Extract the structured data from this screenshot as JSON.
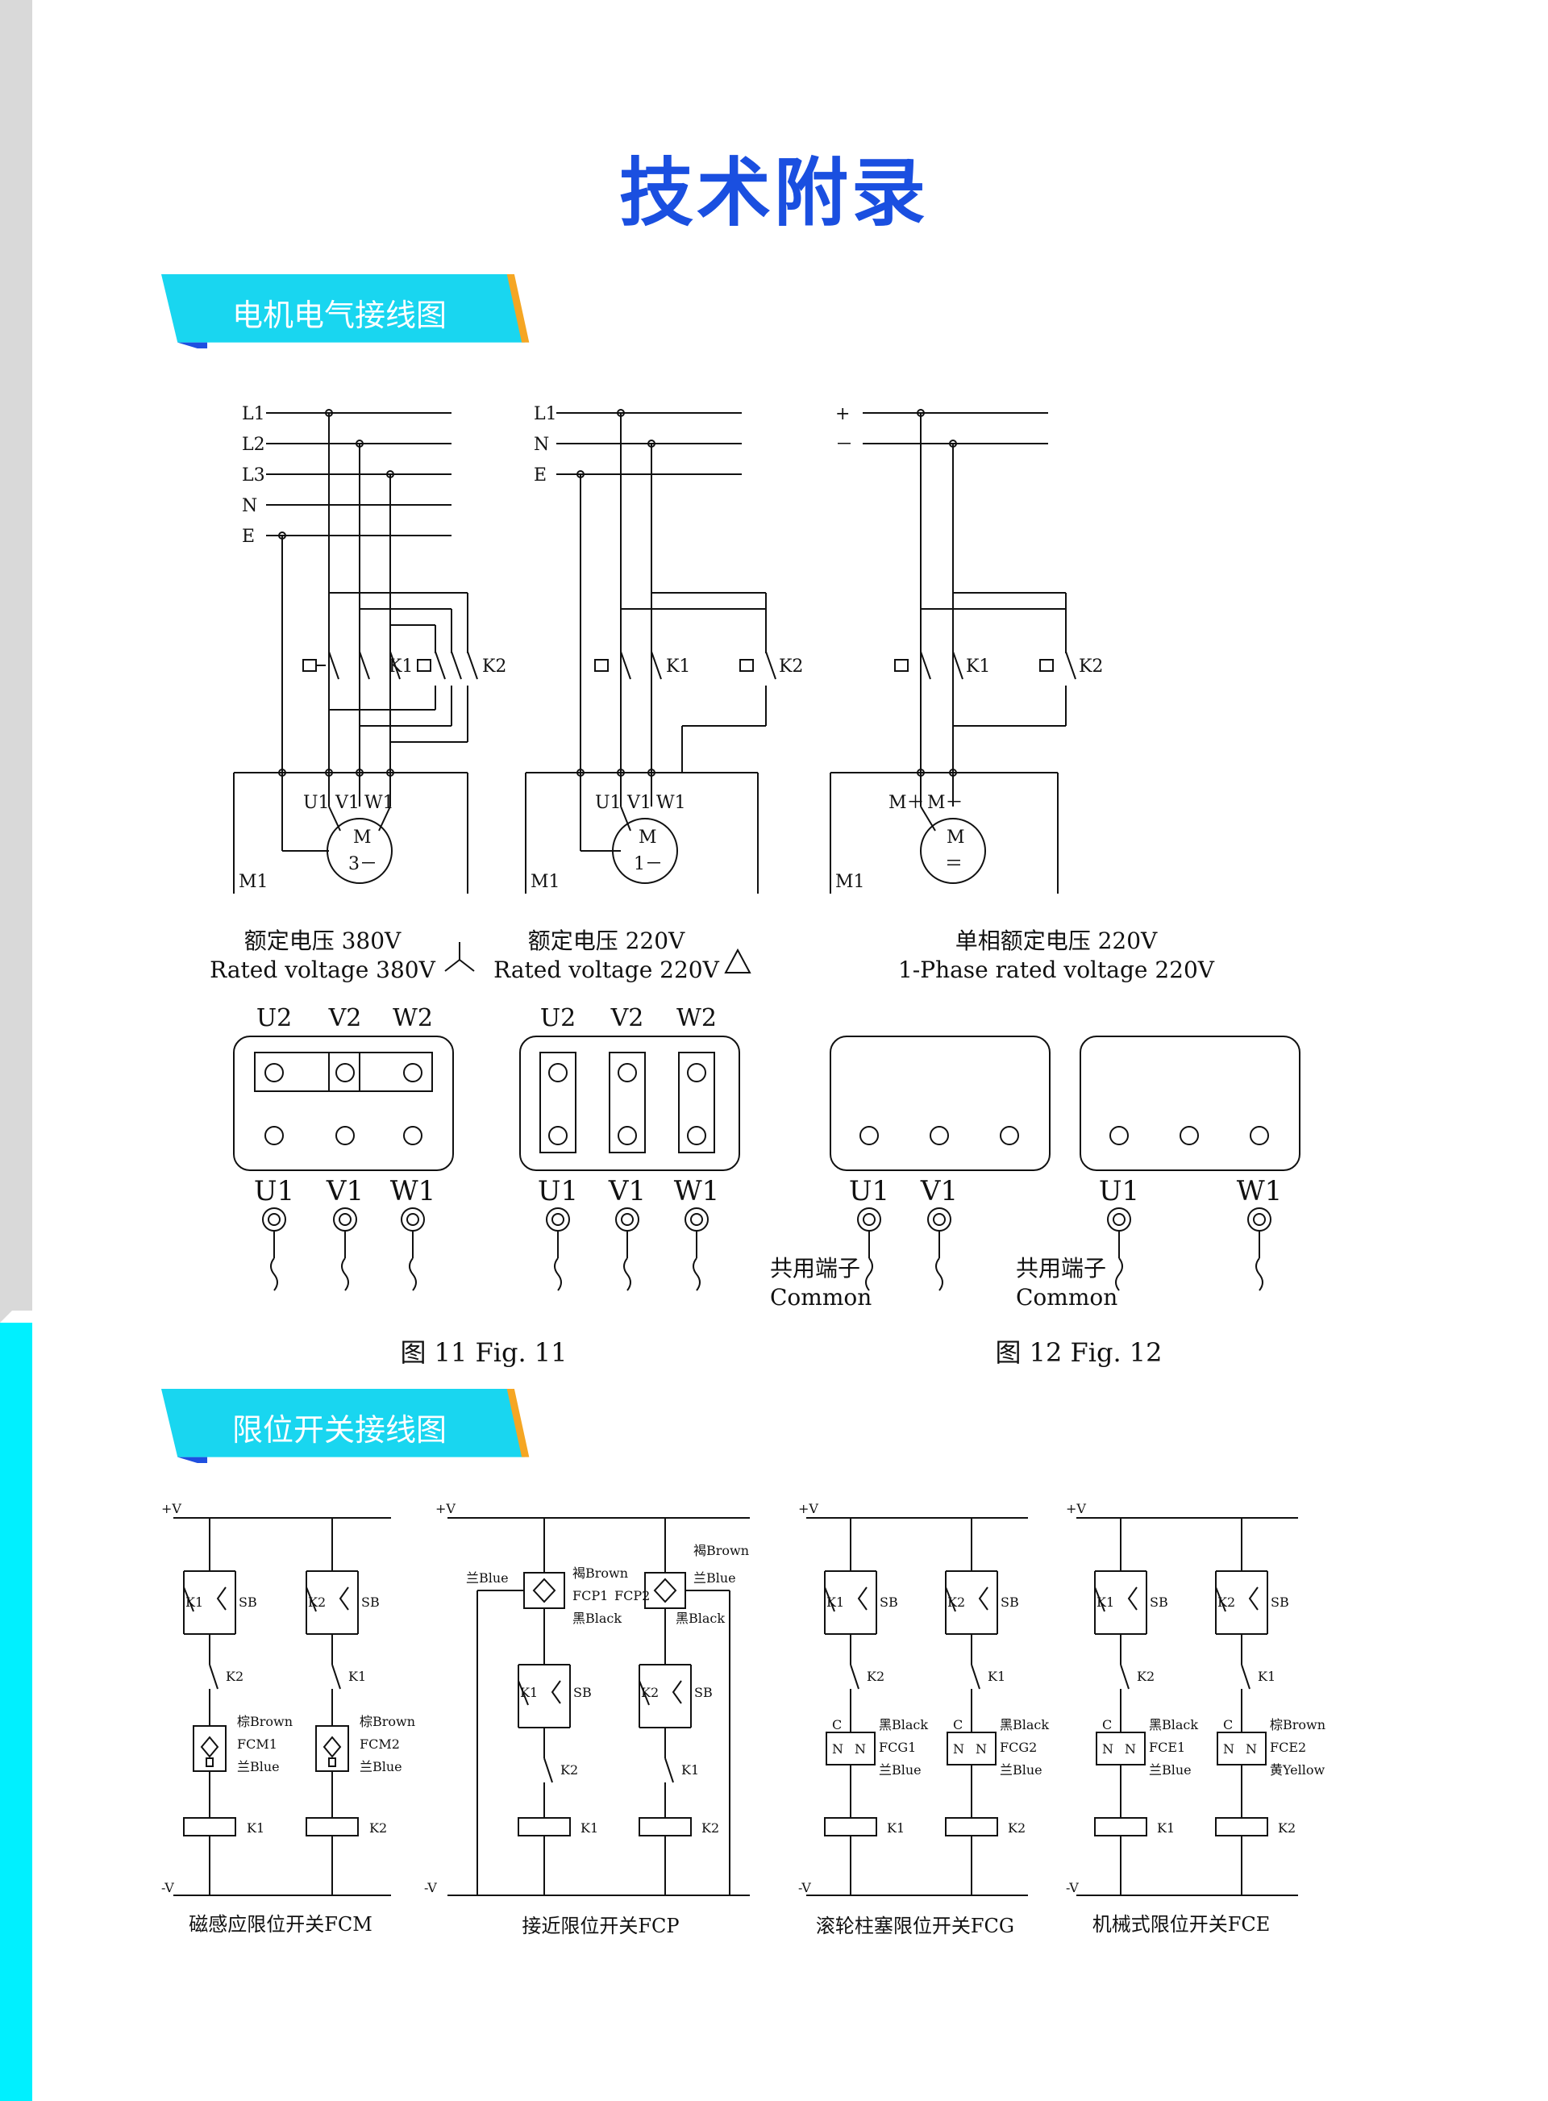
{
  "page_title": "技术附录",
  "sections": {
    "motor": "电机电气接线图",
    "limit": "限位开关接线图"
  },
  "motor_fig": {
    "d1": {
      "lines": [
        "L1",
        "L2",
        "L3",
        "N",
        "E"
      ],
      "k1": "K1",
      "k2": "K2",
      "u": "U1",
      "v": "V1",
      "w": "W1",
      "m": "M",
      "mtype": "3－",
      "frame": "M1",
      "cn": "额定电压  380V",
      "en": "Rated voltage 380V"
    },
    "d2": {
      "lines": [
        "L1",
        "N",
        "E"
      ],
      "k1": "K1",
      "k2": "K2",
      "u": "U1",
      "v": "V1",
      "w": "W1",
      "m": "M",
      "mtype": "1－",
      "frame": "M1",
      "cn": "额定电压  220V",
      "en": "Rated voltage 220V"
    },
    "d3": {
      "lines": [
        "+",
        "－"
      ],
      "k1": "K1",
      "k2": "K2",
      "mp": "M＋",
      "mm": "M－",
      "m": "M",
      "mtype": "＝",
      "frame": "M1",
      "cn": "单相额定电压  220V",
      "en": "1-Phase rated voltage 220V"
    }
  },
  "terminals": {
    "top": [
      "U2",
      "V2",
      "W2"
    ],
    "bottom3": [
      "U1",
      "V1",
      "W1"
    ],
    "g3": [
      "U1",
      "V1"
    ],
    "g4": [
      "U1",
      "W1"
    ],
    "common_cn": "共用端子",
    "common_en": "Common"
  },
  "figures": {
    "fig11": "图  11    Fig. 11",
    "fig12": "图  12    Fig. 12"
  },
  "limit": {
    "plus": "+V",
    "minus": "-V",
    "fcm": {
      "caption": "磁感应限位开关FCM",
      "k1": "K1",
      "k2": "K2",
      "sb": "SB",
      "s1": "FCM1",
      "s2": "FCM2",
      "brown": "棕Brown",
      "blue": "兰Blue"
    },
    "fcp": {
      "caption": "接近限位开关FCP",
      "k1": "K1",
      "k2": "K2",
      "sb": "SB",
      "s1": "FCP1",
      "s2": "FCP2",
      "brown": "褐Brown",
      "blue": "兰Blue",
      "black": "黑Black"
    },
    "fcg": {
      "caption": "滚轮柱塞限位开关FCG",
      "k1": "K1",
      "k2": "K2",
      "sb": "SB",
      "s1": "FCG1",
      "s2": "FCG2",
      "c": "C",
      "n": "N",
      "black": "黑Black",
      "blue": "兰Blue"
    },
    "fce": {
      "caption": "机械式限位开关FCE",
      "k1": "K1",
      "k2": "K2",
      "sb": "SB",
      "s1": "FCE1",
      "s2": "FCE2",
      "c": "C",
      "n": "N",
      "black": "黑Black",
      "blue": "兰Blue",
      "brown": "棕Brown",
      "yellow": "黄Yellow"
    }
  },
  "colors": {
    "accent_blue": "#1a4fe0",
    "banner_cyan": "#19d6f0",
    "banner_orange": "#f5a623",
    "banner_blue": "#1f4fe0"
  }
}
